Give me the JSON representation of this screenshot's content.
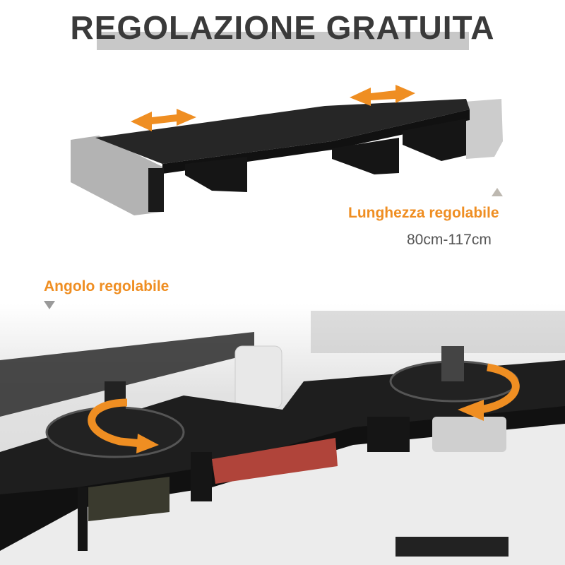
{
  "header": {
    "title": "REGOLAZIONE GRATUITA"
  },
  "length": {
    "label": "Lunghezza regolabile",
    "range": "80cm-117cm"
  },
  "angle": {
    "label": "Angolo regolabile"
  },
  "colors": {
    "accent": "#ef8e22",
    "title": "#3a3a3a",
    "shelf": "#1c1c1c"
  }
}
